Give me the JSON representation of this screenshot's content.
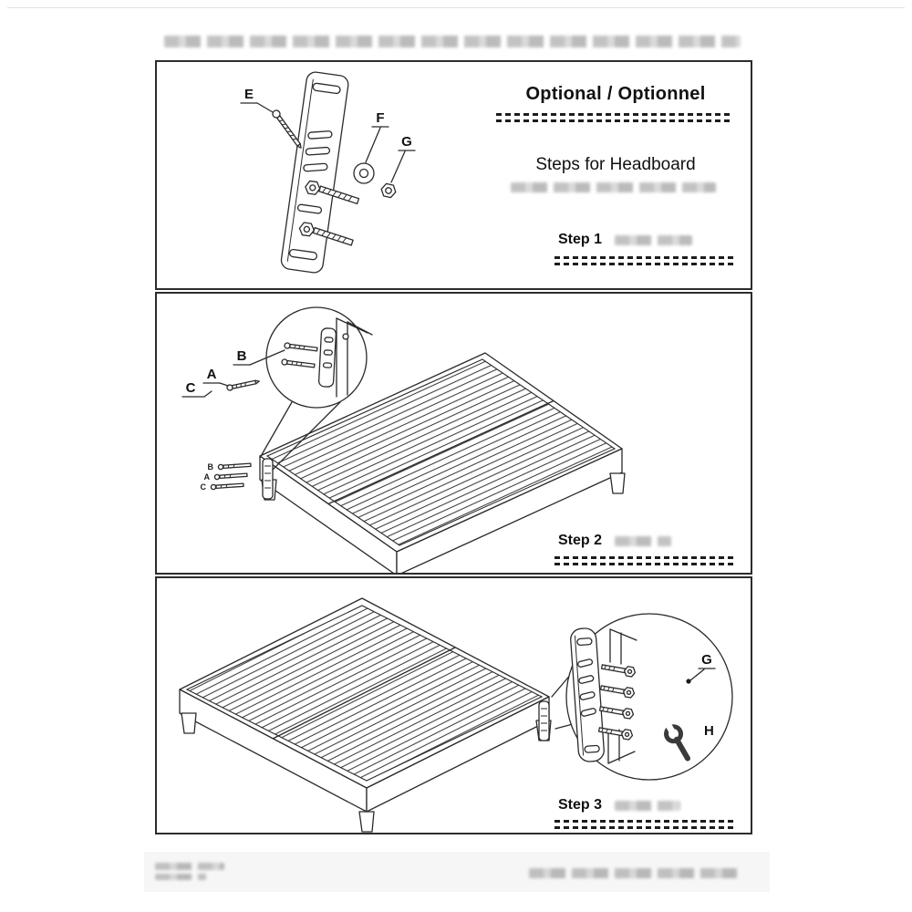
{
  "ink_color": "#262626",
  "panel1": {
    "title": "Optional / Optionnel",
    "subtitle": "Steps for Headboard",
    "step": "Step 1",
    "labels": {
      "screw": "E",
      "washer": "F",
      "nut": "G"
    }
  },
  "panel2": {
    "step": "Step 2",
    "labels": {
      "b": "B",
      "a": "A",
      "c": "C"
    },
    "corner_labels": [
      "B",
      "A",
      "C"
    ]
  },
  "panel3": {
    "step": "Step 3",
    "labels": {
      "bolt": "G",
      "wrench": "H"
    }
  }
}
